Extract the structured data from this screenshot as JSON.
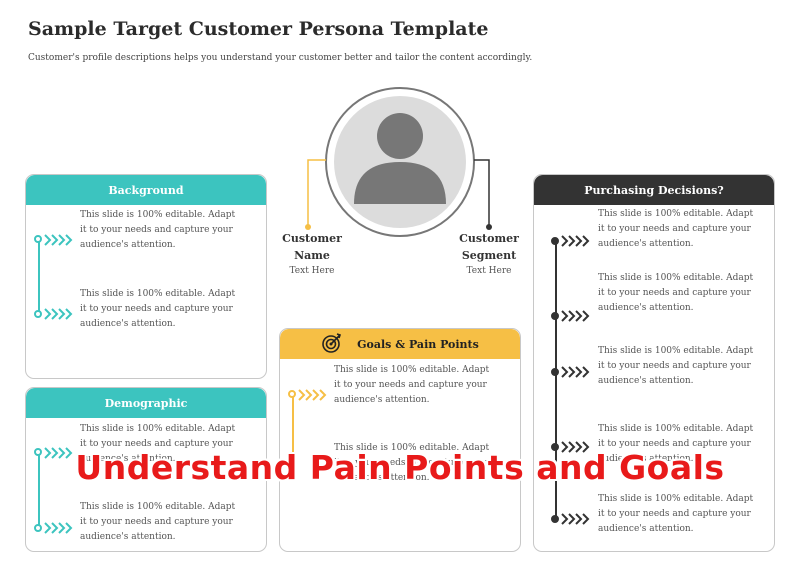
{
  "header": {
    "title": "Sample Target Customer Persona Template",
    "subtitle": "Customer's profile descriptions helps you understand your customer better and tailor the content accordingly."
  },
  "persona": {
    "name_label": "Customer Name",
    "name_sub": "Text Here",
    "segment_label": "Customer Segment",
    "segment_sub": "Text Here"
  },
  "cards": {
    "background": {
      "title": "Background",
      "items": [
        "This slide is 100% editable. Adapt it to your needs and capture your audience's attention.",
        "This slide is 100% editable. Adapt it to your needs and capture your audience's attention."
      ]
    },
    "demographic": {
      "title": "Demographic",
      "items": [
        "This slide is 100% editable. Adapt it to your needs and capture your audience's attention.",
        "This slide is 100% editable. Adapt it to your needs and capture your audience's attention."
      ]
    },
    "goals": {
      "title": "Goals & Pain Points",
      "items": [
        "This slide is 100% editable. Adapt it to your needs and capture your audience's attention.",
        "This slide is 100% editable. Adapt it to your needs and capture your audience's attention."
      ]
    },
    "purchasing": {
      "title": "Purchasing Decisions?",
      "items": [
        "This slide is 100% editable. Adapt it to your needs and capture your audience's attention.",
        "This slide is 100% editable. Adapt it to your needs and capture your audience's attention.",
        "This slide is 100% editable. Adapt it to your needs and capture your audience's attention.",
        "This slide is 100% editable. Adapt it to your needs and capture your audience's attention.",
        "This slide is 100% editable. Adapt it to your needs and capture your audience's attention."
      ]
    }
  },
  "overlay_text": "Understand Pain Points and Goals",
  "colors": {
    "teal": "#3cc4bf",
    "dark": "#333333",
    "yellow": "#f6bf45",
    "overlay": "#e81a1a"
  },
  "icons": {
    "avatar": "person-silhouette-icon",
    "goals": "target-arrow-icon",
    "bullet": "chevron-arrows-icon"
  }
}
